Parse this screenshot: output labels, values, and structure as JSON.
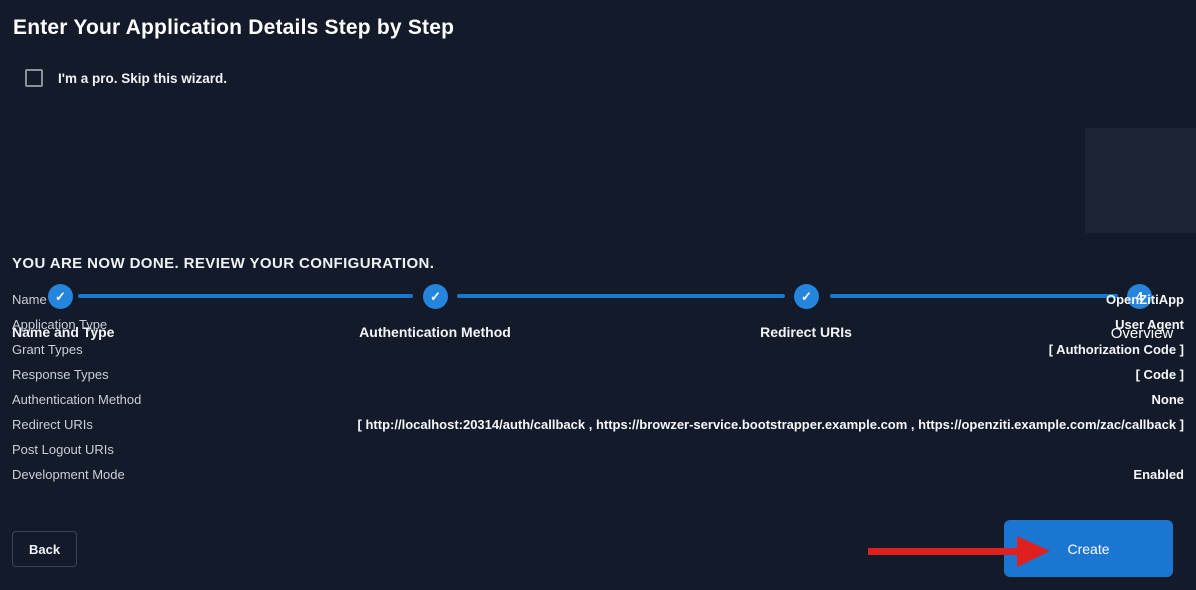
{
  "page": {
    "title": "Enter Your Application Details Step by Step",
    "skip_checkbox_label": "I'm a pro. Skip this wizard."
  },
  "icons": {
    "check": "✓"
  },
  "stepper": {
    "steps": [
      {
        "label": "Name and Type",
        "state": "done",
        "indicator": "check"
      },
      {
        "label": "Authentication Method",
        "state": "done",
        "indicator": "check"
      },
      {
        "label": "Redirect URIs",
        "state": "done",
        "indicator": "check"
      },
      {
        "label": "Overview",
        "state": "current",
        "indicator": "4"
      }
    ]
  },
  "review": {
    "heading": "YOU ARE NOW DONE. REVIEW YOUR CONFIGURATION.",
    "rows": [
      {
        "label": "Name",
        "value": "OpenZitiApp"
      },
      {
        "label": "Application Type",
        "value": "User Agent"
      },
      {
        "label": "Grant Types",
        "value": "[ Authorization Code ]"
      },
      {
        "label": "Response Types",
        "value": "[ Code ]"
      },
      {
        "label": "Authentication Method",
        "value": "None"
      },
      {
        "label": "Redirect URIs",
        "value": "[ http://localhost:20314/auth/callback , https://browzer-service.bootstrapper.example.com , https://openziti.example.com/zac/callback ]"
      },
      {
        "label": "Post Logout URIs",
        "value": ""
      },
      {
        "label": "Development Mode",
        "value": "Enabled"
      }
    ]
  },
  "footer": {
    "back_label": "Back",
    "create_label": "Create"
  },
  "colors": {
    "background": "#131a29",
    "step_highlight": "#1b2334",
    "step_blue": "#2585dd",
    "line_blue": "#1878d2",
    "create_button_blue": "#1b76d2",
    "arrow_red": "#e01f1f"
  }
}
